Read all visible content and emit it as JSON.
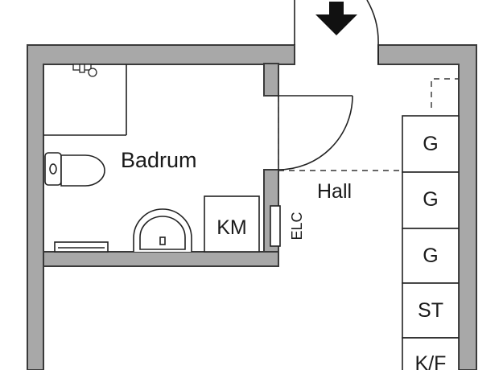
{
  "rooms": {
    "bathroom": "Badrum",
    "hall": "Hall"
  },
  "fixtures": {
    "washing_machine": "KM",
    "electrical_cabinet": "ELC"
  },
  "wardrobes": [
    "G",
    "G",
    "G",
    "ST",
    "K/F"
  ],
  "entrance": {
    "icon": "entrance-arrow-icon"
  },
  "colors": {
    "wall_fill": "#a8a8a8",
    "wall_stroke": "#3a3a3a",
    "line": "#222222",
    "text": "#1a1a1a"
  }
}
